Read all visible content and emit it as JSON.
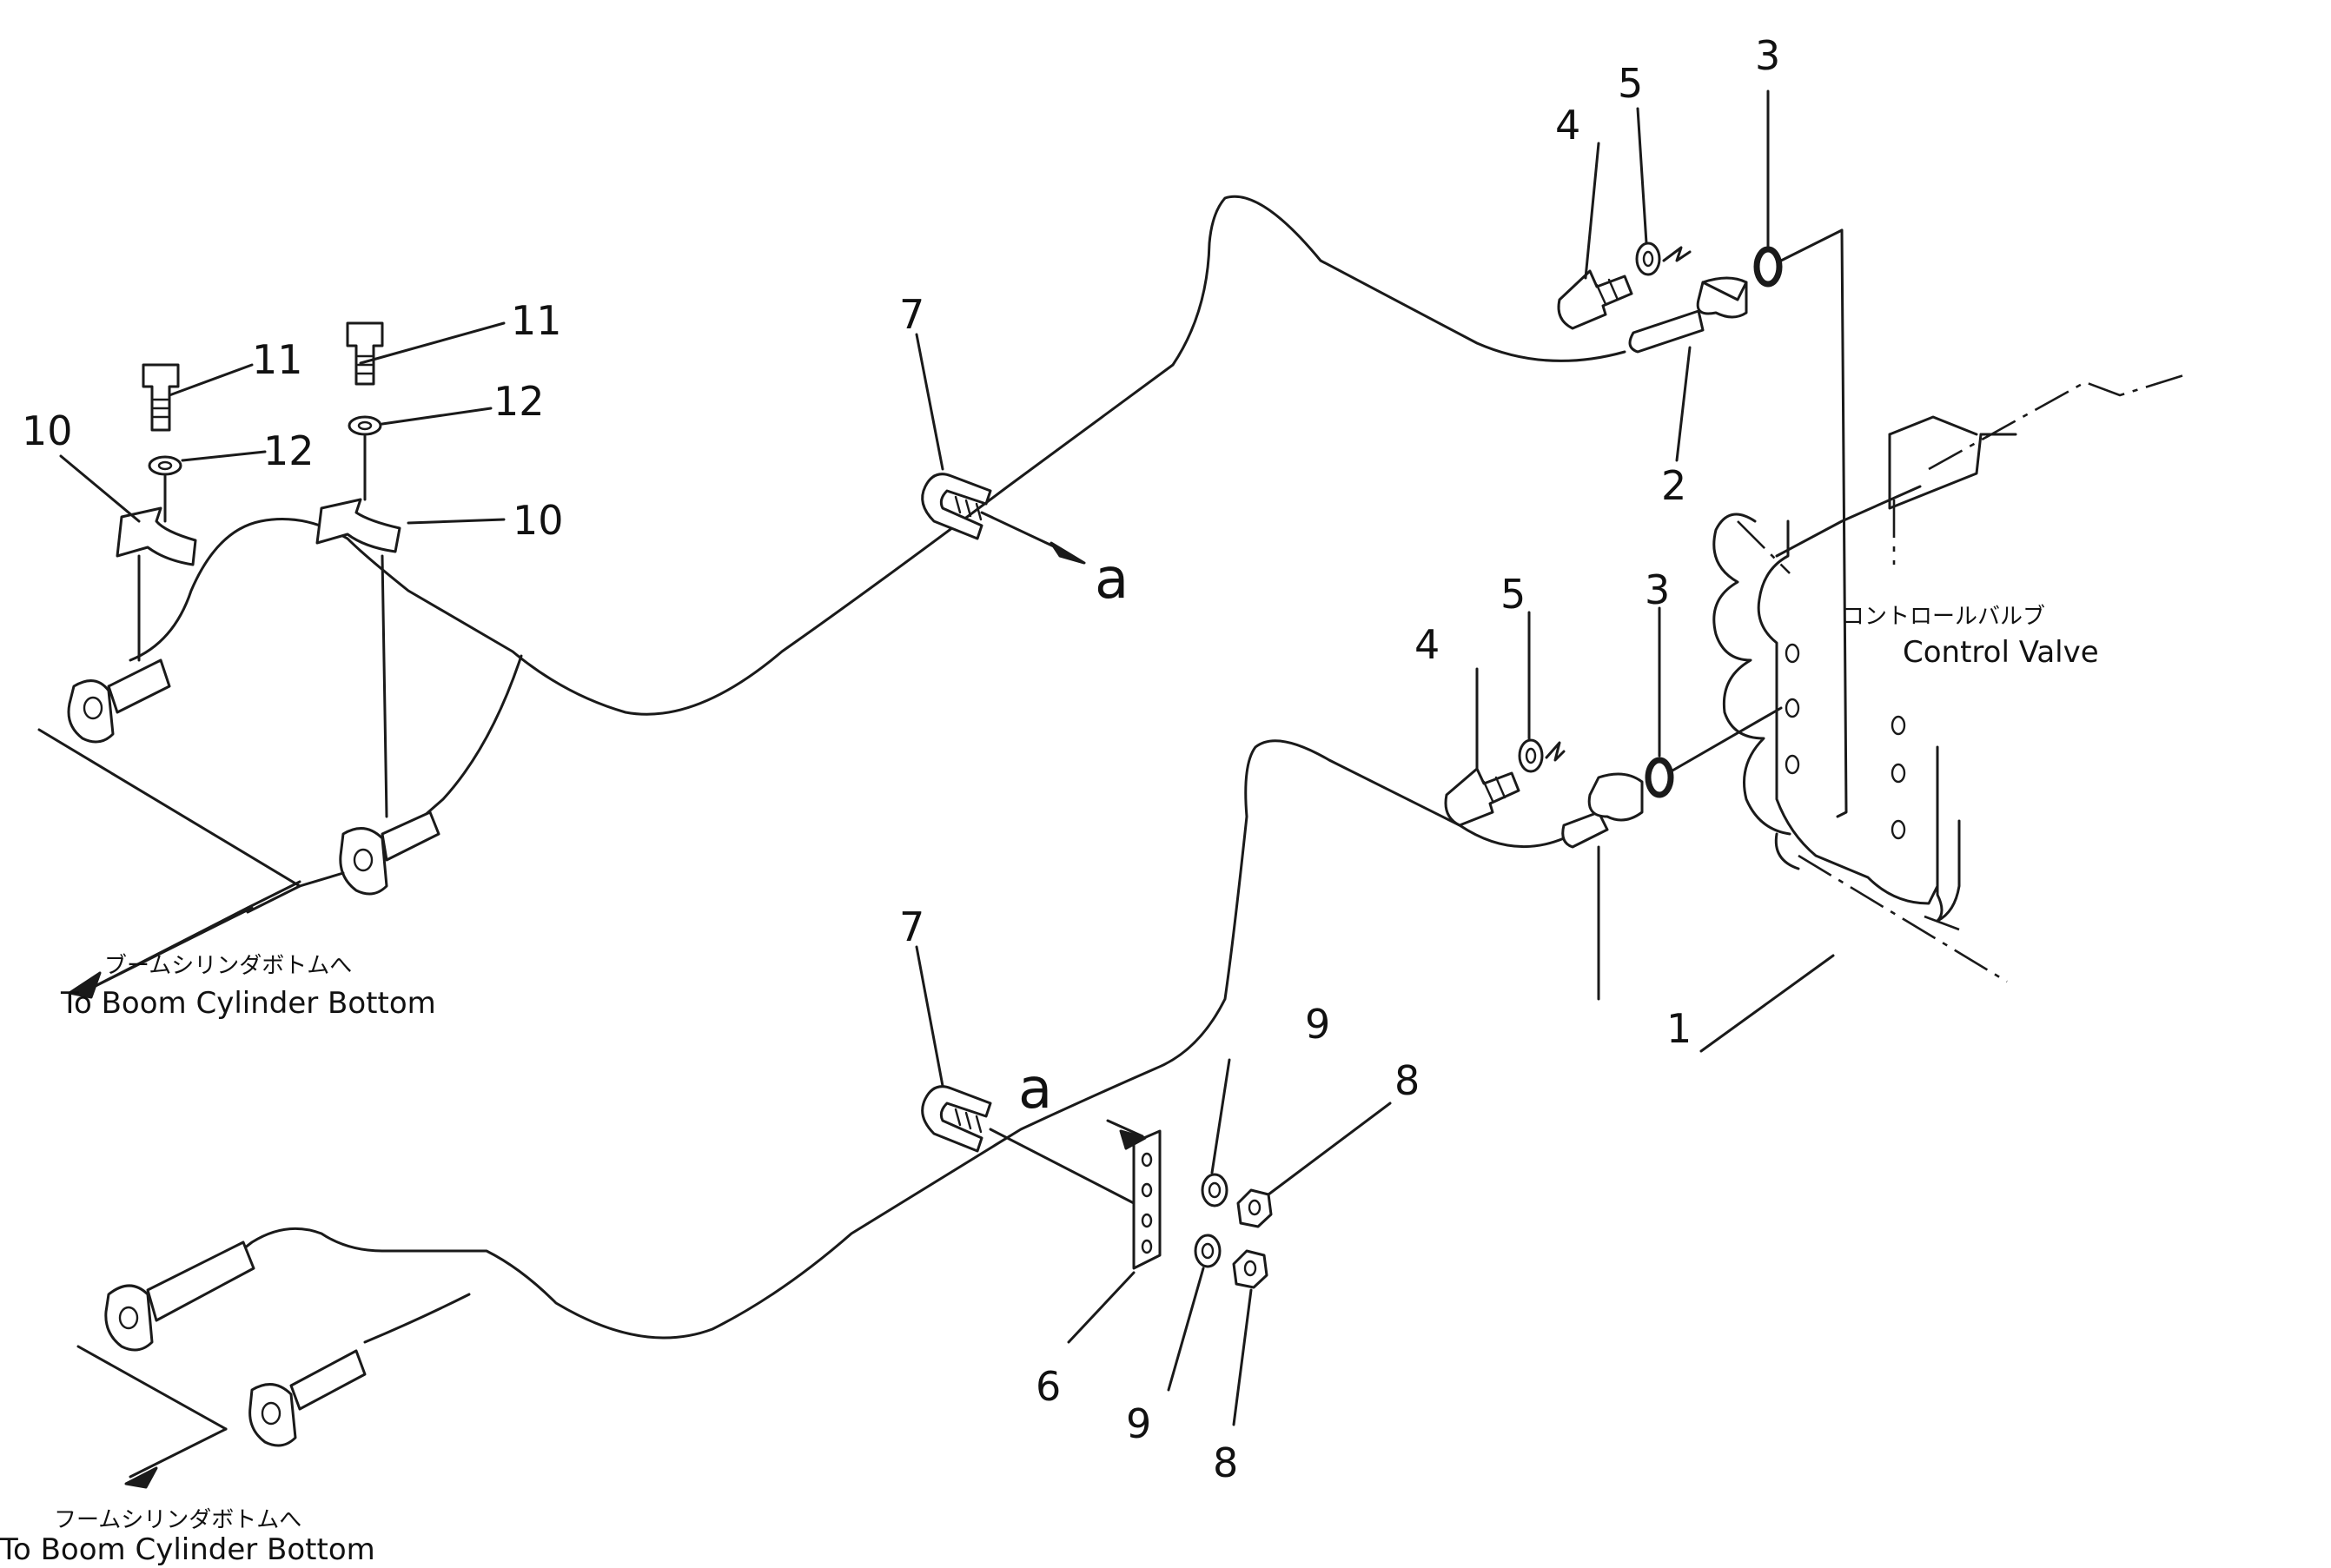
{
  "part_labels": {
    "p1": "1",
    "p2": "2",
    "p3": "3",
    "p4": "4",
    "p5": "5",
    "p6": "6",
    "p7": "7",
    "p8": "8",
    "p9": "9",
    "p10": "10",
    "p11": "11",
    "p12": "12"
  },
  "view_marker": "a",
  "control_valve": {
    "jp": "コントロールバルブ",
    "en": "Control Valve"
  },
  "destination_upper": {
    "jp": "ブームシリンダボトムへ",
    "en": "To Boom Cylinder Bottom"
  },
  "destination_lower": {
    "jp": "フームシリンダボトムへ",
    "en": "To Boom Cylinder Bottom"
  }
}
